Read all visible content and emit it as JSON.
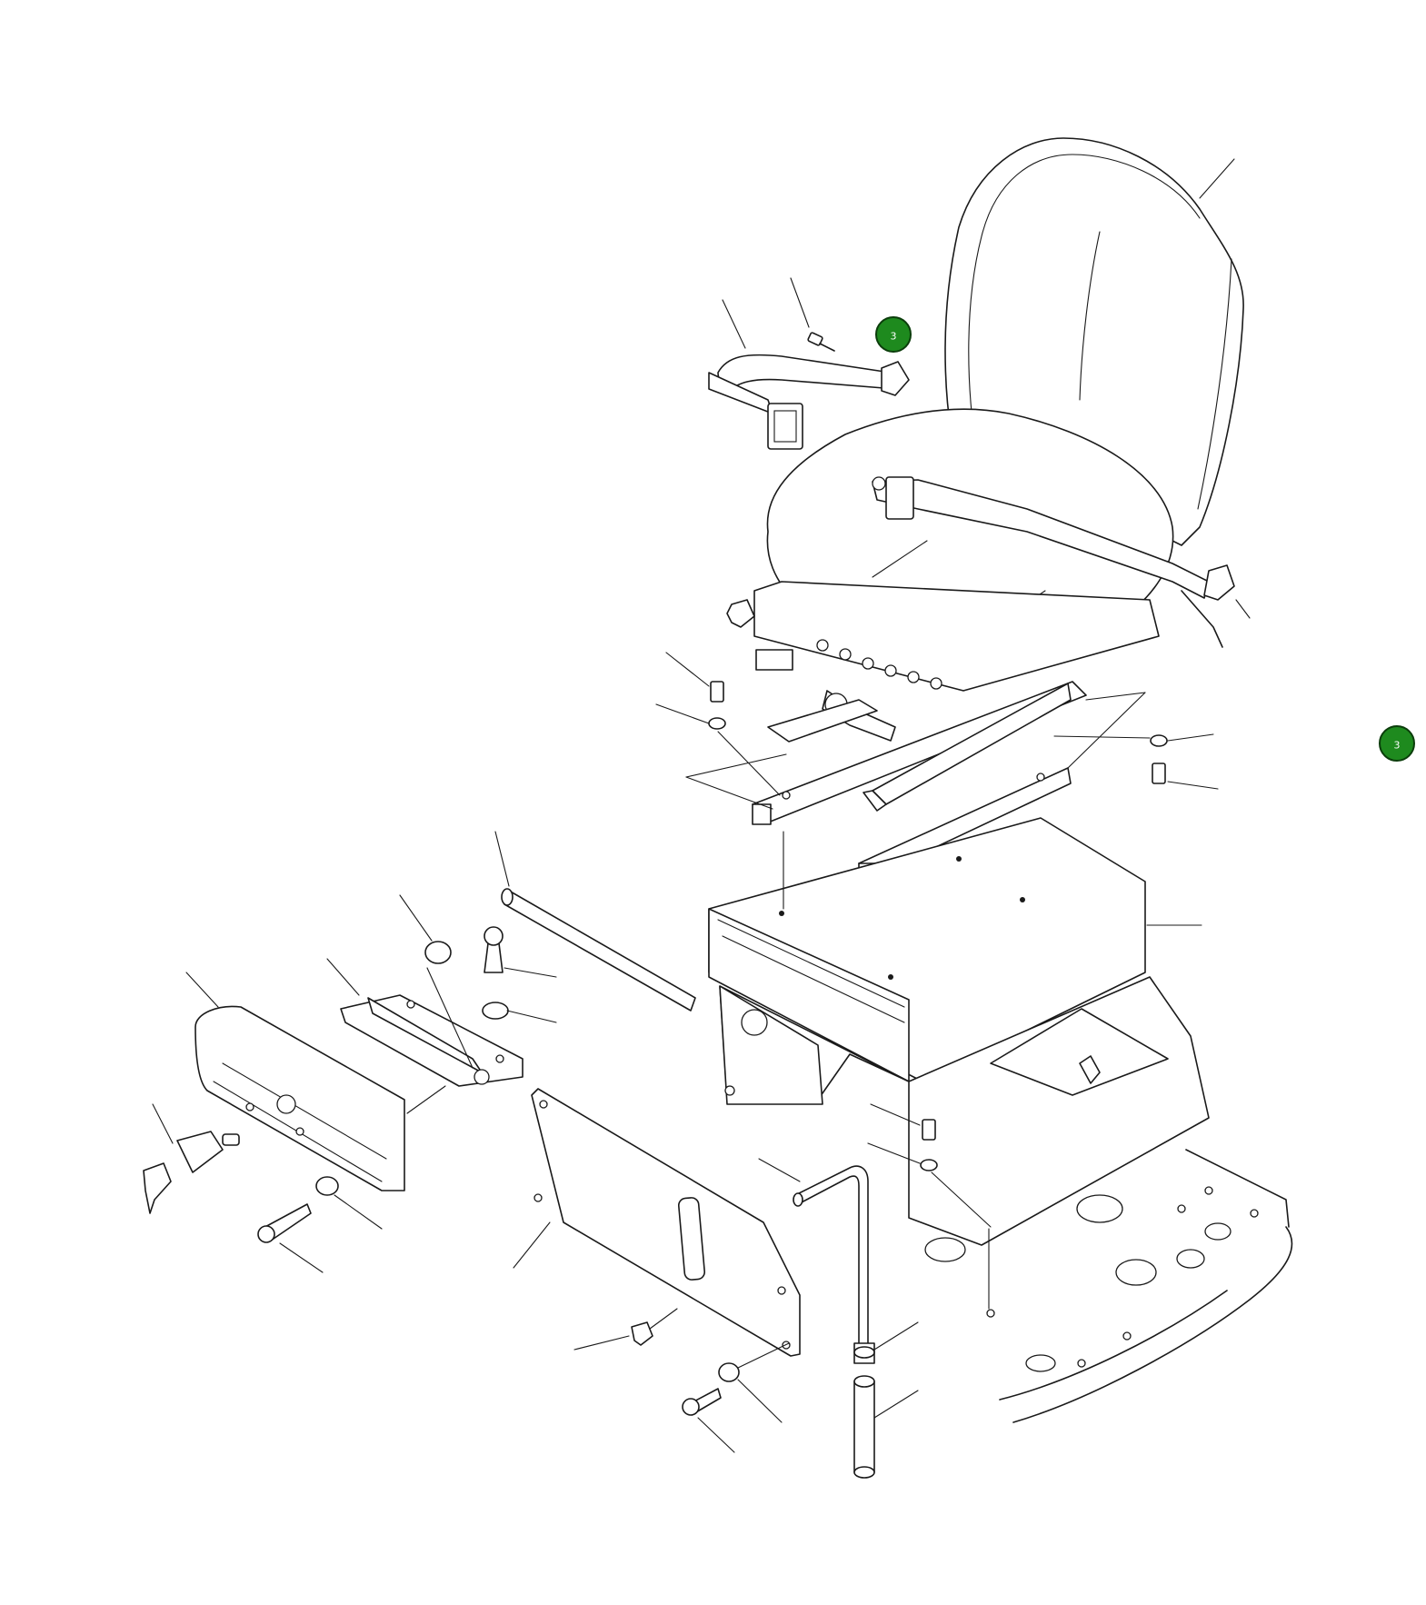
{
  "callouts": [
    {
      "id": "callout-top",
      "label": "3"
    },
    {
      "id": "callout-right",
      "label": "3"
    }
  ],
  "colors": {
    "callout_fill": "#1e8a1e",
    "line": "#1a1a1a",
    "background": "#ffffff"
  }
}
